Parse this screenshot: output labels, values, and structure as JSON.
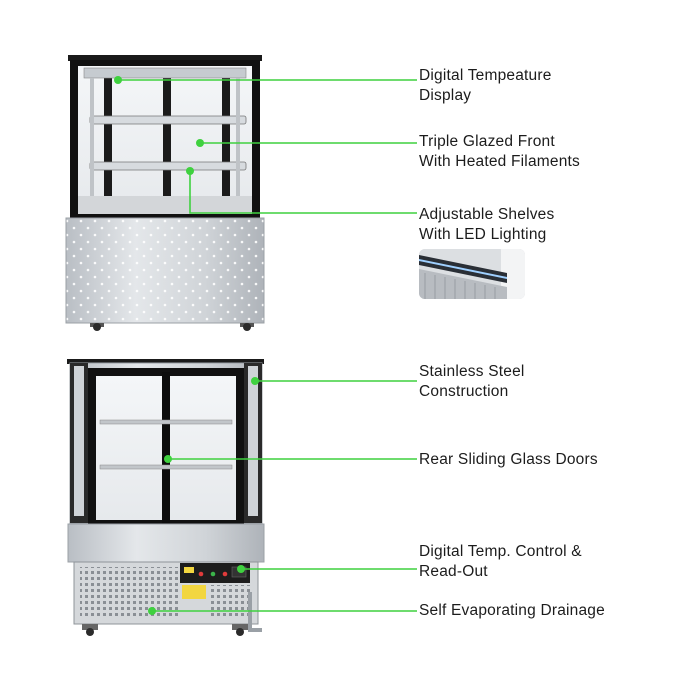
{
  "callouts": [
    {
      "line1": "Digital Tempeature",
      "line2": "Display"
    },
    {
      "line1": "Triple Glazed Front",
      "line2": "With Heated Filaments"
    },
    {
      "line1": "Adjustable Shelves",
      "line2": "With LED Lighting"
    },
    {
      "line1": "Stainless Steel",
      "line2": "Construction"
    },
    {
      "line1": "Rear Sliding Glass Doors",
      "line2": ""
    },
    {
      "line1": "Digital Temp. Control &",
      "line2": "Read-Out"
    },
    {
      "line1": "Self Evaporating Drainage",
      "line2": ""
    }
  ],
  "colors": {
    "accent": "#3fd13f",
    "steel": "#c9cdd2",
    "frame": "#151515",
    "text": "#1c1c1c"
  }
}
